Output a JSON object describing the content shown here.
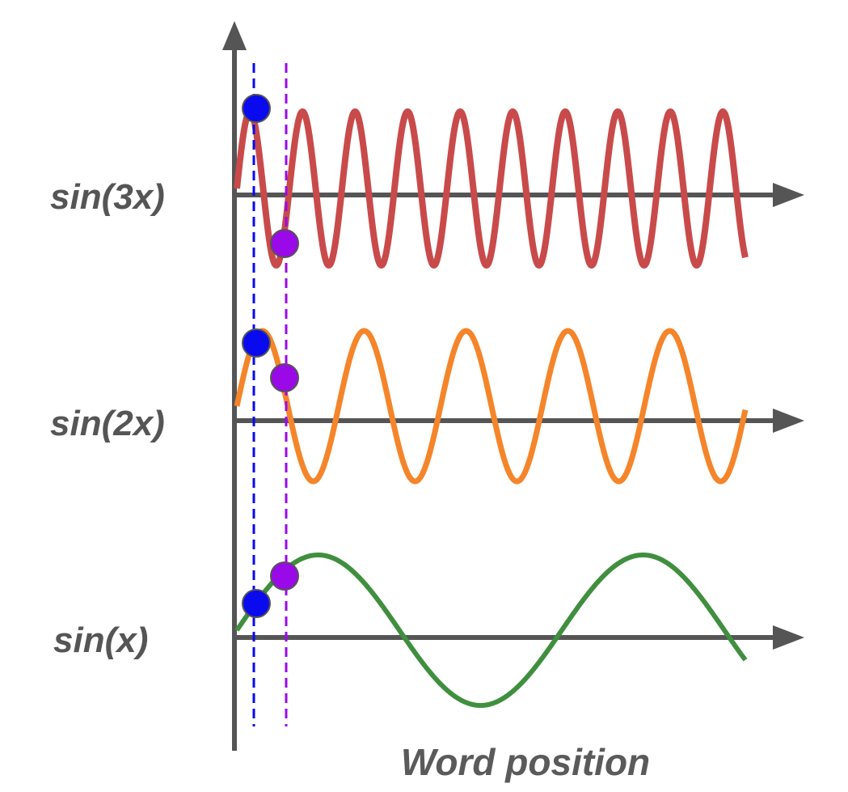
{
  "diagram": {
    "x_axis_label": "Word position",
    "colors": {
      "axis": "#555555",
      "marker_a": "#0a0aee",
      "marker_b": "#9a0ae8",
      "marker_outline": "#555555"
    },
    "waves": [
      {
        "label": "sin(3x)",
        "frequency": 3,
        "color": "#c94a4a"
      },
      {
        "label": "sin(2x)",
        "frequency": 2,
        "color": "#f5852a"
      },
      {
        "label": "sin(x)",
        "frequency": 1,
        "color": "#3f8f3f"
      }
    ],
    "markers": [
      {
        "name": "word-position-a",
        "color": "#0a0aee"
      },
      {
        "name": "word-position-b",
        "color": "#9a0ae8"
      }
    ]
  }
}
